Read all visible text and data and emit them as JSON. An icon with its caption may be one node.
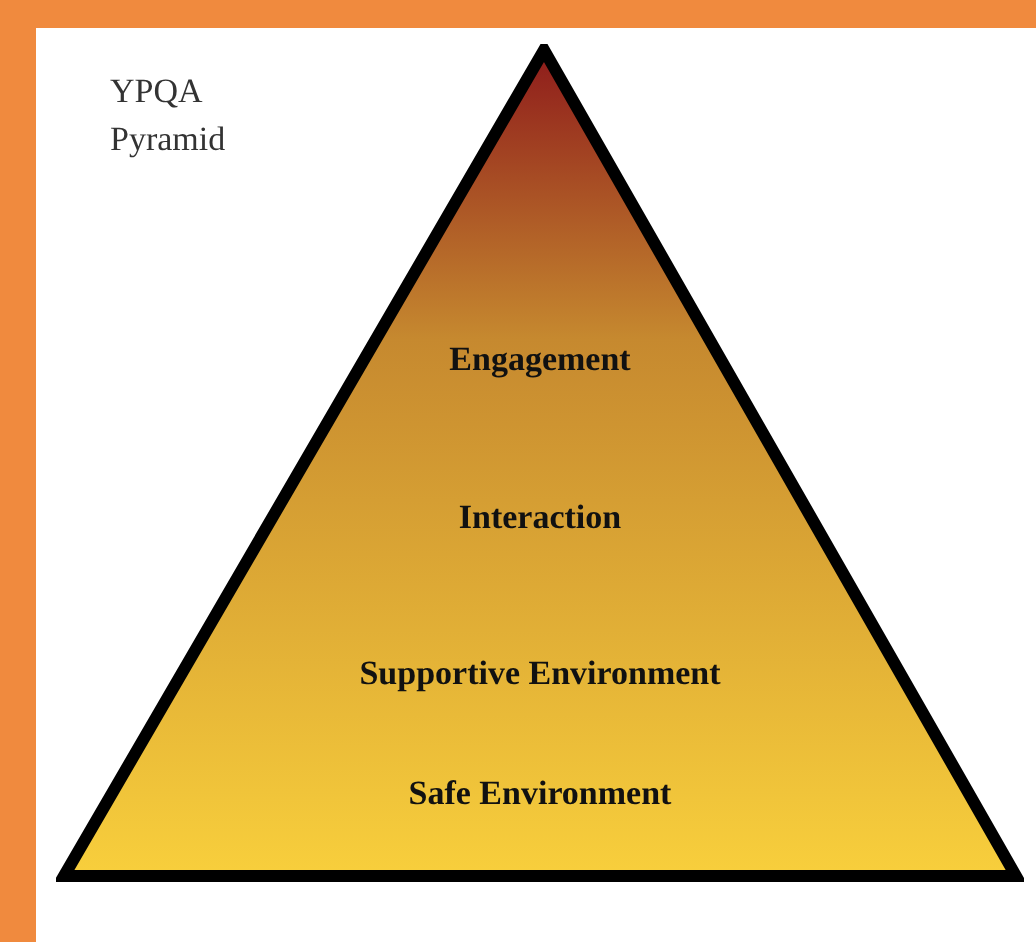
{
  "diagram": {
    "title": "YPQA Pyramid",
    "nodes": [
      {
        "text": [
          "Engagement",
          "Interaction",
          "Supportive Environment",
          "Safe Environment"
        ]
      }
    ]
  }
}
